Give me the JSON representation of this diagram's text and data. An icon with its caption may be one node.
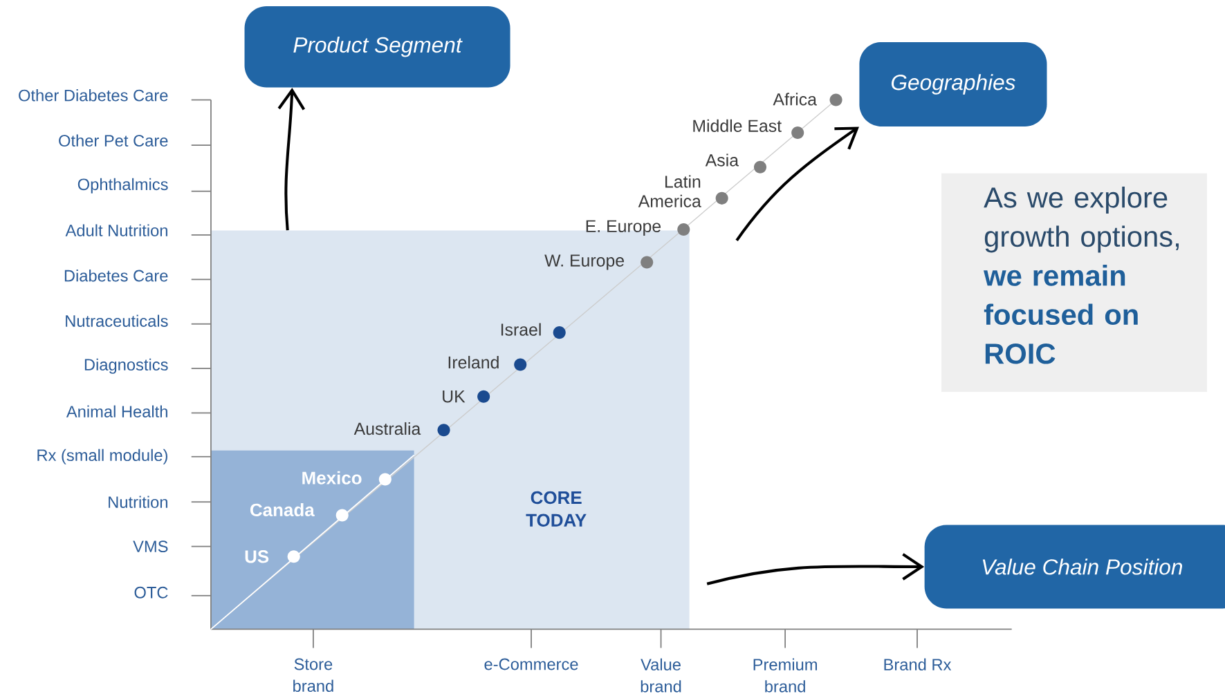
{
  "diagram": {
    "nodes": [
      {
        "text": [
          "Product Segment"
        ]
      },
      {
        "text": [
          "Geographies"
        ]
      },
      {
        "text": [
          "As we explore growth options,",
          "we remain focused on ROIC"
        ]
      },
      {
        "text": [
          "CORE TODAY"
        ]
      },
      {
        "text": [
          "Value Chain Position"
        ]
      }
    ],
    "edges": [
      {
        "from": 3,
        "to": 0,
        "arrow": "to"
      },
      {
        "from": null,
        "to": 1,
        "arrow": "to"
      },
      {
        "from": null,
        "to": 4,
        "arrow": "to"
      }
    ],
    "labels": [
      "Other Diabetes Care",
      "Other Pet Care",
      "Ophthalmics",
      "Adult Nutrition",
      "Diabetes Care",
      "Nutraceuticals",
      "Diagnostics",
      "Animal Health",
      "Rx (small module)",
      "Nutrition",
      "VMS",
      "OTC",
      "Africa",
      "Middle East",
      "Asia",
      "Latin America",
      "E. Europe",
      "W. Europe",
      "Israel",
      "Ireland",
      "UK",
      "Australia",
      "Mexico",
      "Canada",
      "US",
      "Store brand",
      "e-Commerce",
      "Value brand",
      "Premium brand",
      "Brand Rx"
    ]
  }
}
